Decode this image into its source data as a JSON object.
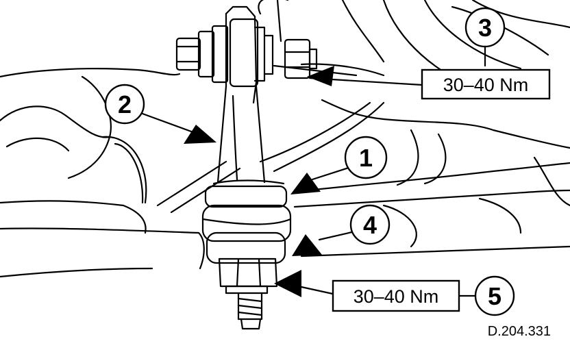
{
  "figure_ref": "D.204.331",
  "callouts": [
    {
      "number": "1"
    },
    {
      "number": "2"
    },
    {
      "number": "3"
    },
    {
      "number": "4"
    },
    {
      "number": "5"
    }
  ],
  "torque_boxes": [
    {
      "value": "30–40 Nm"
    },
    {
      "value": "30–40 Nm"
    }
  ],
  "colors": {
    "line": "#000000",
    "background": "#ffffff"
  }
}
